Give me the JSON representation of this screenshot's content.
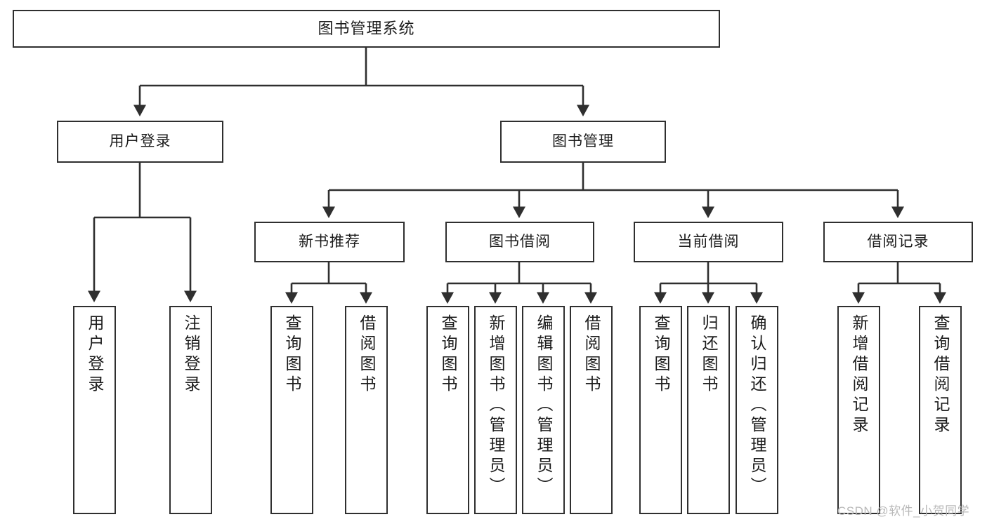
{
  "diagram": {
    "type": "hierarchy-tree",
    "title": "图书管理系统",
    "nodes": {
      "root": {
        "label": "图书管理系统"
      },
      "level1": [
        {
          "id": "user-login",
          "label": "用户登录"
        },
        {
          "id": "book-manage",
          "label": "图书管理"
        }
      ],
      "level2": [
        {
          "id": "new-book-recommend",
          "label": "新书推荐",
          "parent": "book-manage"
        },
        {
          "id": "book-borrow",
          "label": "图书借阅",
          "parent": "book-manage"
        },
        {
          "id": "current-borrow",
          "label": "当前借阅",
          "parent": "book-manage"
        },
        {
          "id": "borrow-record",
          "label": "借阅记录",
          "parent": "book-manage"
        }
      ],
      "leaves": [
        {
          "id": "leaf-user-login",
          "label": "用户登录",
          "parent": "user-login"
        },
        {
          "id": "leaf-user-logout",
          "label": "注销登录",
          "parent": "user-login"
        },
        {
          "id": "leaf-query-book-1",
          "label": "查询图书",
          "parent": "new-book-recommend"
        },
        {
          "id": "leaf-borrow-book-1",
          "label": "借阅图书",
          "parent": "new-book-recommend"
        },
        {
          "id": "leaf-query-book-2",
          "label": "查询图书",
          "parent": "book-borrow"
        },
        {
          "id": "leaf-add-book",
          "label": "新增图书（管理员）",
          "parent": "book-borrow"
        },
        {
          "id": "leaf-edit-book",
          "label": "编辑图书（管理员）",
          "parent": "book-borrow"
        },
        {
          "id": "leaf-borrow-book-2",
          "label": "借阅图书",
          "parent": "book-borrow"
        },
        {
          "id": "leaf-query-book-3",
          "label": "查询图书",
          "parent": "current-borrow"
        },
        {
          "id": "leaf-return-book",
          "label": "归还图书",
          "parent": "current-borrow"
        },
        {
          "id": "leaf-confirm-return",
          "label": "确认归还（管理员）",
          "parent": "current-borrow"
        },
        {
          "id": "leaf-add-record",
          "label": "新增借阅记录",
          "parent": "borrow-record"
        },
        {
          "id": "leaf-query-record",
          "label": "查询借阅记录",
          "parent": "borrow-record"
        }
      ]
    },
    "colors": {
      "stroke": "#2f2f2f",
      "fill": "#ffffff",
      "text": "#1b1b1b",
      "watermark": "#b9b9b9"
    }
  },
  "watermark": {
    "text": "CSDN @软件_小贺同学"
  }
}
